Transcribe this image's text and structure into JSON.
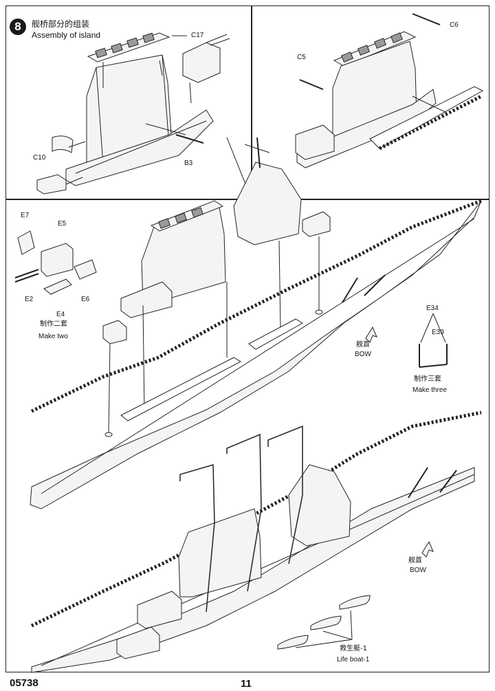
{
  "step": {
    "number": "8",
    "title_cn": "舰桥部分的组装",
    "title_en": "Assembly of island"
  },
  "parts": {
    "c17": "C17",
    "c10": "C10",
    "b3": "B3",
    "c5": "C5",
    "c6": "C6",
    "e7": "E7",
    "e5": "E5",
    "e2": "E2",
    "e4": "E4",
    "e6": "E6",
    "e34": "E34",
    "e39": "E39"
  },
  "notes": {
    "make_two_cn": "制作二套",
    "make_two_en": "Make two",
    "make_three_cn": "制作三套",
    "make_three_en": "Make three",
    "bow_cn_1": "舰首",
    "bow_en_1": "BOW",
    "bow_cn_2": "舰首",
    "bow_en_2": "BOW",
    "lifeboat_cn": "救生艇-1",
    "lifeboat_en": "Life boat-1"
  },
  "footer": {
    "model_number": "05738",
    "page_number": "11"
  }
}
